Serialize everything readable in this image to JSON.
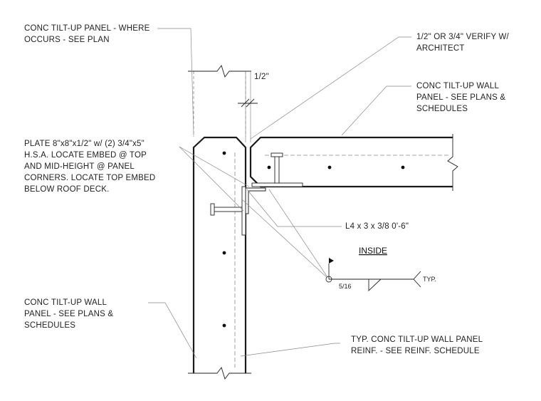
{
  "notes": {
    "panel_where_occurs": [
      "CONC TILT-UP PANEL - WHERE",
      "OCCURS - SEE PLAN"
    ],
    "verify_gap": [
      "1/2\" OR 3/4\" VERIFY W/",
      "ARCHITECT"
    ],
    "wall_panel_right": [
      "CONC TILT-UP WALL",
      "PANEL - SEE PLANS &",
      "SCHEDULES"
    ],
    "embed_plate": [
      "PLATE 8\"x8\"x1/2\" w/ (2) 3/4\"x5\"",
      "H.S.A. LOCATE EMBED @ TOP",
      "AND MID-HEIGHT @ PANEL",
      "CORNERS. LOCATE TOP EMBED",
      "BELOW ROOF DECK."
    ],
    "angle": "L4 x 3 x 3/8 0'-6\"",
    "inside": "INSIDE",
    "wall_panel_left": [
      "CONC TILT-UP WALL",
      "PANEL - SEE PLANS &",
      "SCHEDULES"
    ],
    "reinf": [
      "TYP. CONC TILT-UP WALL PANEL",
      "REINF. - SEE REINF. SCHEDULE"
    ]
  },
  "dims": {
    "gap": "1/2\""
  },
  "weld": {
    "size": "5/16",
    "tail": "TYP."
  }
}
